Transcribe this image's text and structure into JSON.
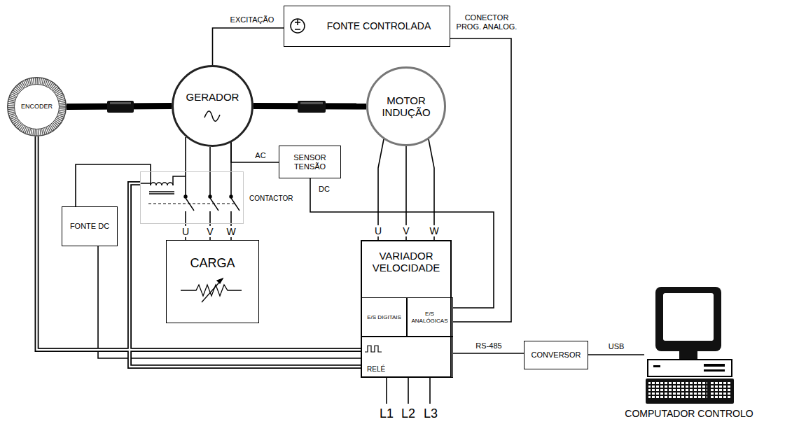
{
  "diagram": {
    "nodes": [
      {
        "text": [
          "FONTE CONTROLADA"
        ]
      },
      {
        "text": [
          "ENCODER"
        ]
      },
      {
        "text": [
          "GERADOR"
        ]
      },
      {
        "text": [
          "MOTOR INDUÇÃO"
        ]
      },
      {
        "text": [
          "SENSOR TENSÃO"
        ]
      },
      {
        "text": [
          "CONTACTOR"
        ]
      },
      {
        "text": [
          "FONTE DC"
        ]
      },
      {
        "text": [
          "CARGA"
        ]
      },
      {
        "text": [
          "VARIADOR VELOCIDADE"
        ]
      },
      {
        "text": [
          "E/S DIGITAIS"
        ],
        "in": 8
      },
      {
        "text": [
          "E/S ANALÓGICAS"
        ],
        "in": 8
      },
      {
        "text": [
          "RELÉ"
        ],
        "in": 8
      },
      {
        "text": [
          "CONVERSOR"
        ]
      },
      {
        "text": [
          "COMPUTADOR CONTROLO"
        ]
      }
    ],
    "edges": [
      {
        "from": 2,
        "to": 0,
        "arrow": "none",
        "label": "EXCITAÇÃO"
      },
      {
        "from": 0,
        "to": 10,
        "arrow": "none",
        "label": "CONECTOR PROG. ANALOG."
      },
      {
        "from": 1,
        "to": 2,
        "arrow": "none"
      },
      {
        "from": 2,
        "to": 3,
        "arrow": "none"
      },
      {
        "from": 2,
        "to": 5,
        "arrow": "none"
      },
      {
        "from": 5,
        "to": 7,
        "arrow": "none"
      },
      {
        "from": 2,
        "to": 4,
        "arrow": "none",
        "label": "AC"
      },
      {
        "from": 4,
        "to": 10,
        "arrow": "none",
        "label": "DC"
      },
      {
        "from": 3,
        "to": 8,
        "arrow": "none"
      },
      {
        "from": 1,
        "to": 11,
        "arrow": "none"
      },
      {
        "from": 6,
        "to": 5,
        "arrow": "none"
      },
      {
        "from": 11,
        "to": 5,
        "arrow": "none"
      },
      {
        "from": 6,
        "to": 11,
        "arrow": "none"
      },
      {
        "from": 11,
        "to": 12,
        "arrow": "none",
        "label": "RS-485"
      },
      {
        "from": 12,
        "to": 13,
        "arrow": "none",
        "label": "USB"
      }
    ],
    "labels": [
      "U",
      "V",
      "W",
      "U",
      "V",
      "W",
      "L1",
      "L2",
      "L3"
    ]
  }
}
